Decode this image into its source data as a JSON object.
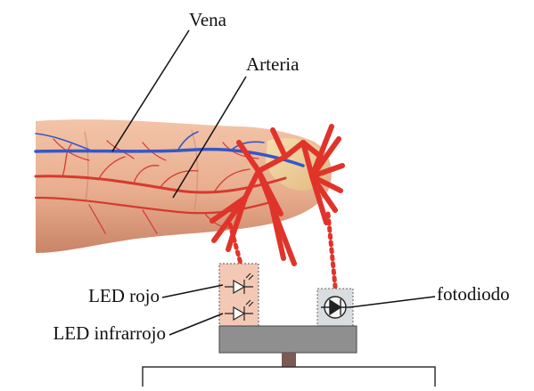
{
  "labels": {
    "vena": "Vena",
    "arteria": "Arteria",
    "led_rojo": "LED rojo",
    "led_infrarrojo": "LED infrarrojo",
    "fotodiodo": "fotodiodo"
  },
  "colors": {
    "skin": "#e8ad8e",
    "skin_shadow": "#c9896b",
    "vein": "#3457c8",
    "artery": "#d63a2e",
    "light_ray": "#e0342a",
    "nail": "#eecf98",
    "led_box": "#f3c9b5",
    "photodiode_box": "#d9dddf",
    "base_plate": "#8f8f8f",
    "post": "#7a5a52"
  },
  "icons": {
    "led": "diode-symbol-icon",
    "photodiode": "photodiode-symbol-icon"
  }
}
